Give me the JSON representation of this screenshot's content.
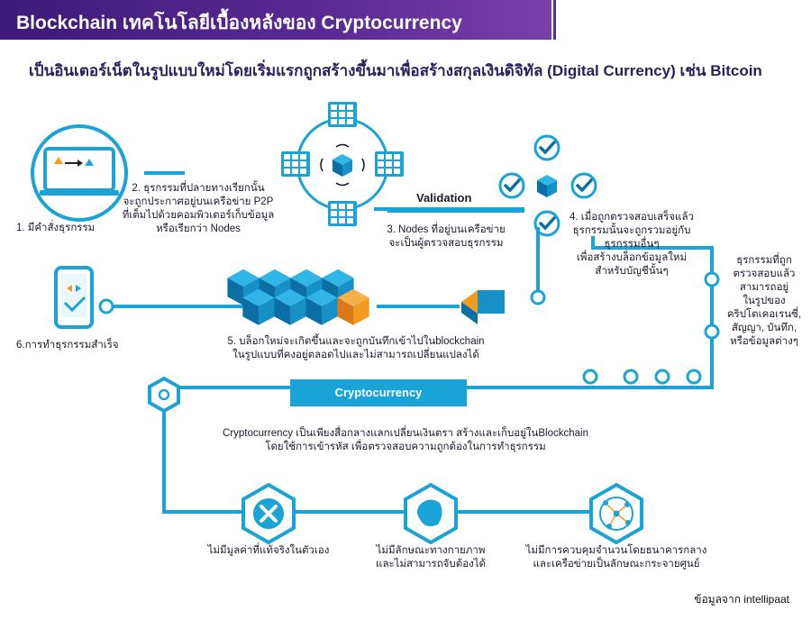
{
  "title": "Blockchain เทคโนโลยีเบื้องหลังของ Cryptocurrency",
  "subtitle": "เป็นอินเตอร์เน็ตในรูปแบบใหม่โดยเริ่มแรกถูกสร้างขึ้นมาเพื่อสร้างสกุลเงินดิจิทัล (Digital Currency) เช่น Bitcoin",
  "steps": {
    "s1": "1. มีคำสั่งธุรกรรม",
    "s2": [
      "2. ธุรกรรมที่ปลายทางเรียกนั้น",
      "จะถูกประกาศอยู่บนเครือข่าย P2P",
      "ที่เต็มไปด้วยคอมพิวเตอร์เก็บข้อมูล",
      "หรือเรียกว่า Nodes"
    ],
    "validation": "Validation",
    "s3": [
      "3. Nodes ที่อยู่บนเครือข่าย",
      "จะเป็นผู้ตรวจสอบธุรกรรม"
    ],
    "s4": [
      "4. เมื่อถูกตรวจสอบเสร็จแล้ว",
      "ธุรกรรมนั้นจะถูกรวมอยู่กับ",
      "ธุรกรรมอื่นๆ",
      "เพื่อสร้างบล็อกข้อมูลใหม่",
      "สำหรับบัญชีนั้นๆ"
    ],
    "right_note": [
      "ธุรกรรมที่ถูก",
      "ตรวจสอบแล้ว",
      "สามารถอยู่",
      "ในรูปของ",
      "คริปโตเคอเรนซี่,",
      "สัญญา, บันทึก,",
      "หรือข้อมูลต่างๆ"
    ],
    "s5": [
      "5. บล็อกใหม่จะเกิดขึ้นและจะถูกบันทึกเข้าไปในblockchain",
      "ในรูปแบบที่คงอยู่ตลอดไปและไม่สามารถเปลี่ยนแปลงได้"
    ],
    "s6": "6.การทำธุรกรรมสำเร็จ"
  },
  "crypto": {
    "label": "Cryptocurrency",
    "desc": [
      "Cryptocurrency เป็นเพียงสื่อกลางแลกเปลี่ยนเงินตรา สร้างและเก็บอยู่ในBlockchain",
      "โดยใช้การเข้ารหัส เพื่อตรวจสอบความถูกต้องในการทำธุรกรรม"
    ]
  },
  "features": [
    {
      "icon": "x-mark-icon",
      "text": [
        "ไม่มีมูลค่าที่แท้จริงในตัวเอง"
      ]
    },
    {
      "icon": "blob-shape-icon",
      "text": [
        "ไม่มีลักษณะทางกายภาพ",
        "และไม่สามารถจับต้องได้"
      ]
    },
    {
      "icon": "network-icon",
      "text": [
        "ไม่มีการควบคุมจำนวนโดยธนาคารกลาง",
        "และเครือข่ายเป็นลักษณะกระจายศูนย์"
      ]
    }
  ],
  "source": "ข้อมูลจาก intellipaat",
  "colors": {
    "primary_blue": "#1aa3d6",
    "dark_blue": "#0b6fa4",
    "purple": "#5b2a93",
    "orange": "#f29a1f"
  }
}
